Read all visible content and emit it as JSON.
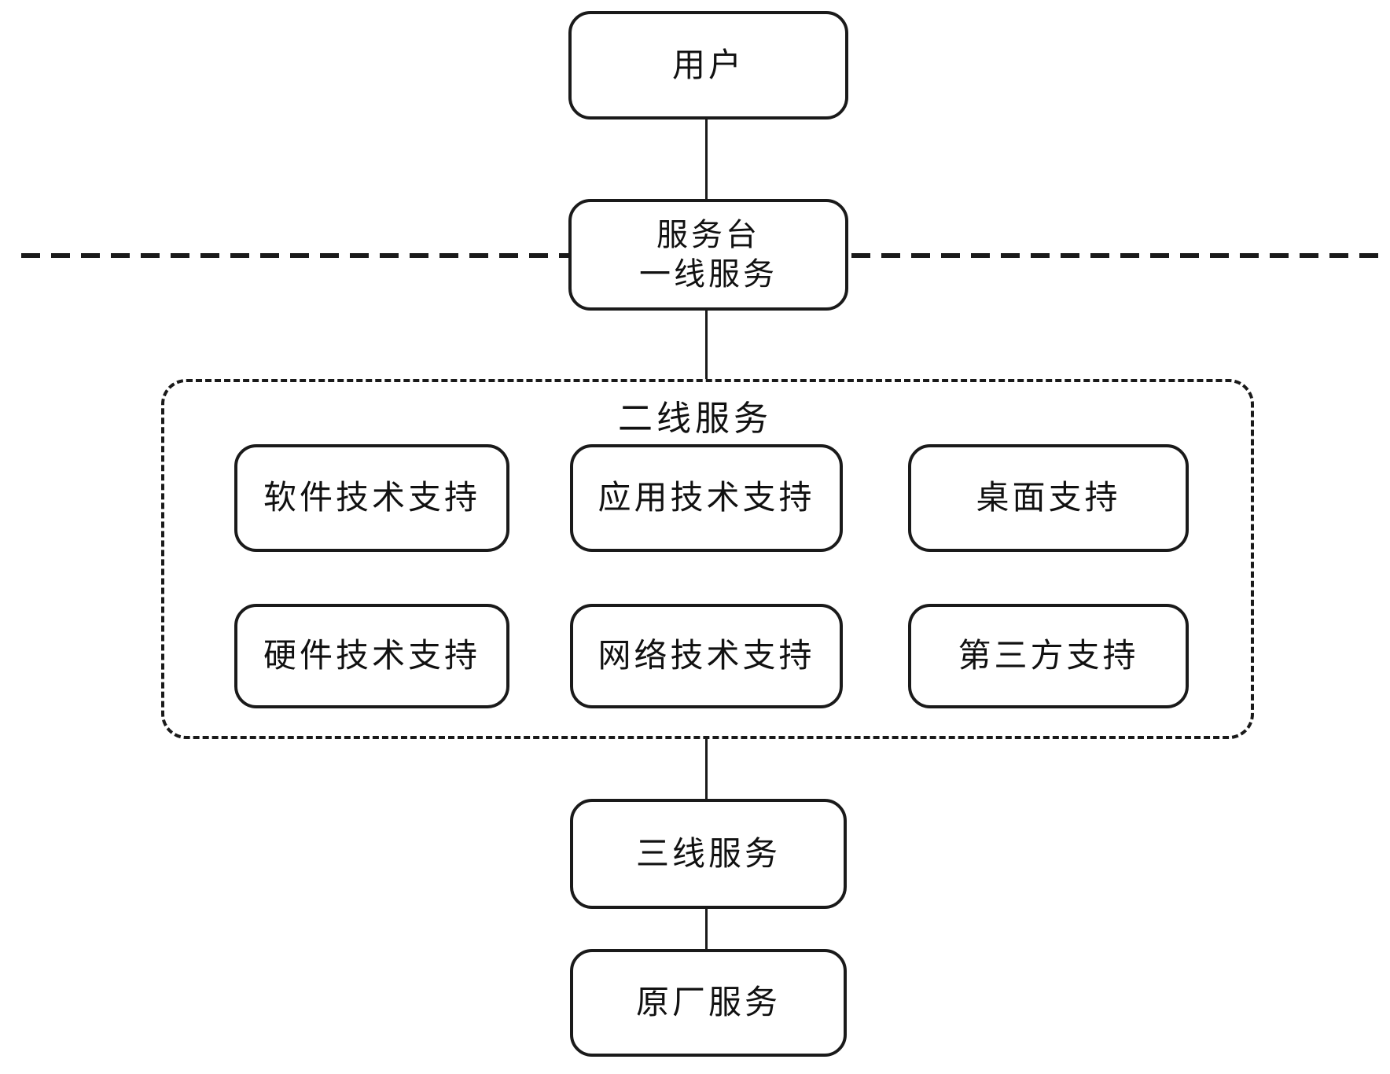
{
  "diagram": {
    "nodes": {
      "user": {
        "label": "用户"
      },
      "service_desk": {
        "line1": "服务台",
        "line2": "一线服务"
      },
      "second_line": {
        "title": "二线服务",
        "boxes": [
          {
            "label": "软件技术支持"
          },
          {
            "label": "应用技术支持"
          },
          {
            "label": "桌面支持"
          },
          {
            "label": "硬件技术支持"
          },
          {
            "label": "网络技术支持"
          },
          {
            "label": "第三方支持"
          }
        ]
      },
      "third_line": {
        "label": "三线服务"
      },
      "oem": {
        "label": "原厂服务"
      }
    },
    "colors": {
      "line": "#1a1a1a",
      "background": "#ffffff"
    }
  }
}
